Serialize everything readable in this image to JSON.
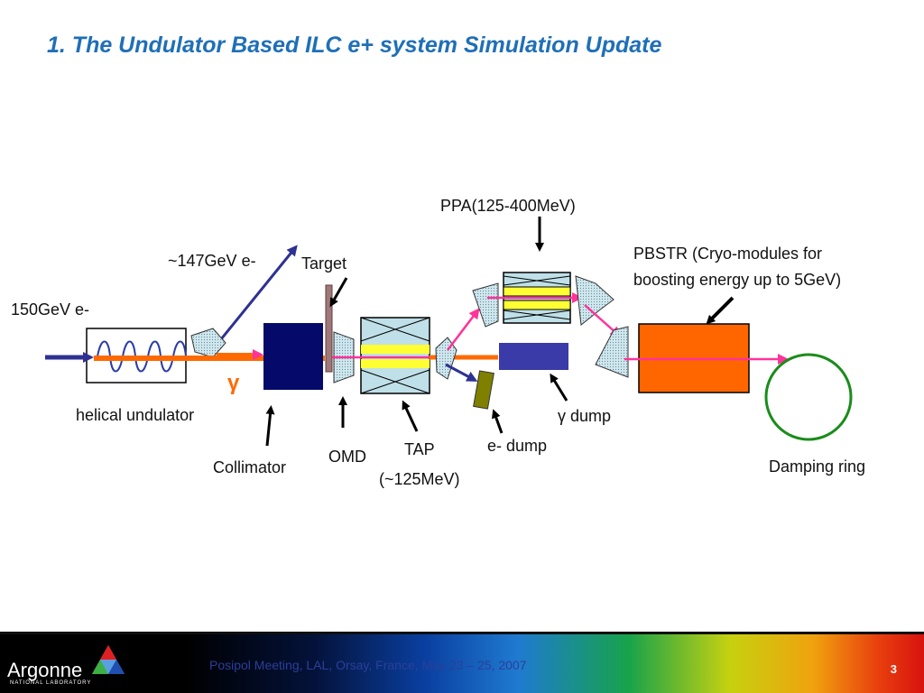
{
  "slide": {
    "title": "1. The Undulator Based ILC e+ system Simulation Update"
  },
  "diagram": {
    "labels": {
      "e150": "150GeV e-",
      "e147": "~147GeV e-",
      "target": "Target",
      "ppa": "PPA(125-400MeV)",
      "pbstr_line1": "PBSTR (Cryo-modules for",
      "pbstr_line2": "boosting energy up to 5GeV)",
      "helical": "helical undulator",
      "gamma": "γ",
      "collimator": "Collimator",
      "omd": "OMD",
      "tap_line1": "TAP",
      "tap_line2": "(~125MeV)",
      "edump": "e- dump",
      "gdump": "γ dump",
      "damping": "Damping ring"
    },
    "colors": {
      "photon_beam": "#ff6a00",
      "electron_beam": "#2e3192",
      "positron_beam": "#ff3399",
      "pbstr_box": "#ff6600",
      "damping_ring": "#1a8c1a",
      "collimator": "#050a6a",
      "gamma_dump": "#3a3aa8",
      "e_dump": "#808000"
    }
  },
  "footer": {
    "meeting": "Posipol Meeting, LAL, Orsay, France, May 23 – 25, 2007",
    "page": "3",
    "logo_word": "Argonne",
    "logo_sub": "NATIONAL LABORATORY"
  }
}
